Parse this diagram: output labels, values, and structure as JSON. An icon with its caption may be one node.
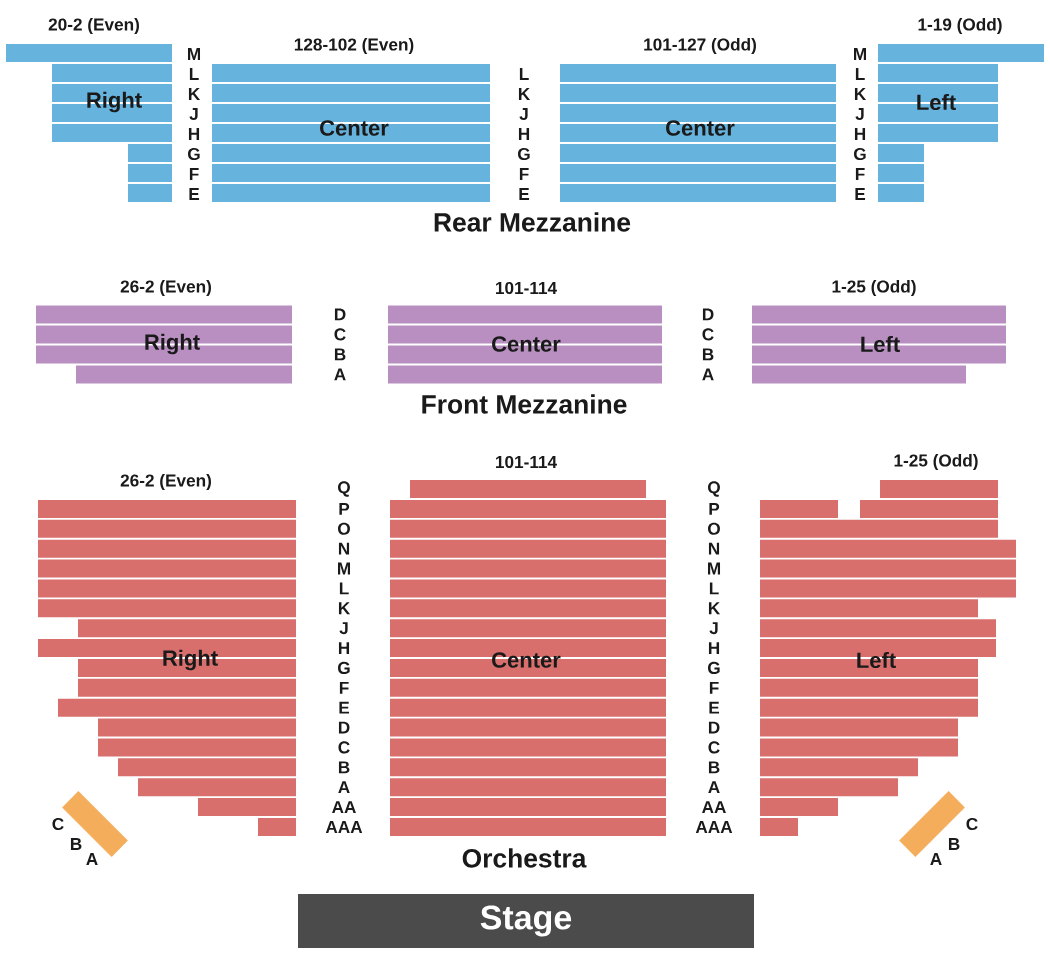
{
  "diagram": {
    "nodes": [
      {
        "text": [
          "20-2 (Even)",
          "Right"
        ]
      },
      {
        "text": [
          "128-102 (Even)",
          "Center"
        ]
      },
      {
        "text": [
          "101-127 (Odd)",
          "Center"
        ]
      },
      {
        "text": [
          "1-19 (Odd)",
          "Left"
        ]
      },
      {
        "text": [
          "26-2 (Even)",
          "Right"
        ]
      },
      {
        "text": [
          "101-114",
          "Center"
        ]
      },
      {
        "text": [
          "1-25 (Odd)",
          "Left"
        ]
      },
      {
        "text": [
          "26-2 (Even)",
          "Right"
        ]
      },
      {
        "text": [
          "101-114",
          "Center"
        ]
      },
      {
        "text": [
          "1-25 (Odd)",
          "Left"
        ]
      },
      {
        "text": [],
        "shape": "box",
        "beside": [
          "C",
          "B",
          "A"
        ]
      },
      {
        "text": [],
        "shape": "box",
        "beside": [
          "C",
          "B",
          "A"
        ]
      },
      {
        "text": [
          "Stage"
        ]
      }
    ],
    "labels": [
      "M",
      "L",
      "K",
      "J",
      "H",
      "G",
      "F",
      "E",
      "L",
      "K",
      "J",
      "H",
      "G",
      "F",
      "E",
      "M",
      "L",
      "K",
      "J",
      "H",
      "G",
      "F",
      "E",
      "Rear Mezzanine",
      "D",
      "C",
      "B",
      "A",
      "D",
      "C",
      "B",
      "A",
      "Front Mezzanine",
      "Q",
      "P",
      "O",
      "N",
      "M",
      "L",
      "K",
      "J",
      "H",
      "G",
      "F",
      "E",
      "D",
      "C",
      "B",
      "A",
      "AA",
      "AAA",
      "Q",
      "P",
      "O",
      "N",
      "M",
      "L",
      "K",
      "J",
      "H",
      "G",
      "F",
      "E",
      "D",
      "C",
      "B",
      "A",
      "AA",
      "AAA",
      "Orchestra"
    ]
  }
}
